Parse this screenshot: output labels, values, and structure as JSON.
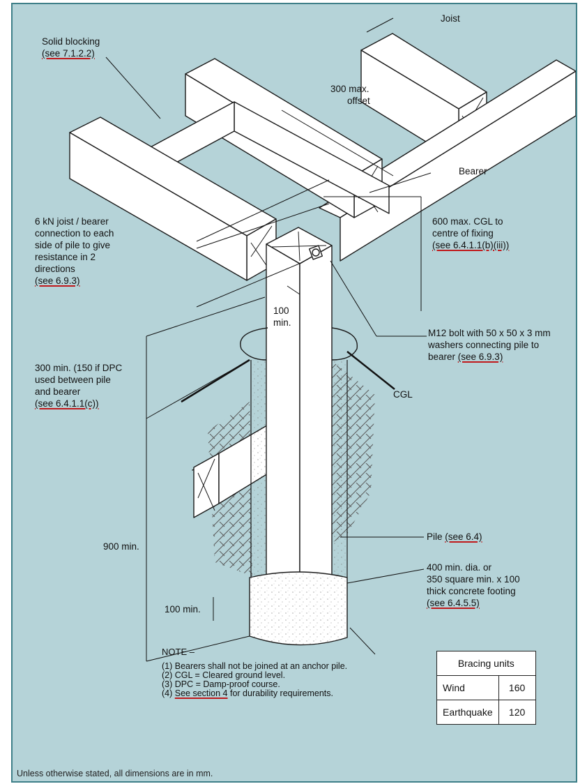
{
  "labels": {
    "solid_blocking": "Solid blocking",
    "solid_blocking_ref": "(see 7.1.2.2)",
    "joist": "Joist",
    "offset_1": "300 max.",
    "offset_2": "offset",
    "bearer": "Bearer",
    "conn_1": "6 kN joist / bearer",
    "conn_2": "connection to each",
    "conn_3": "side of pile to give",
    "conn_4": "resistance in 2",
    "conn_5": "directions",
    "conn_ref": "(see 6.9.3)",
    "cgl_fix_1": "600 max. CGL to",
    "cgl_fix_2": "centre of fixing",
    "cgl_fix_ref": "(see 6.4.1.1(b)(iii))",
    "hundred_min_a": "100",
    "hundred_min_b": "min.",
    "bolt_1": "M12 bolt with 50 x 50 x 3 mm",
    "bolt_2": "washers connecting pile to",
    "bolt_3a": "bearer ",
    "bolt_ref": "(see 6.9.3)",
    "dpc_1": "300 min. (150 if DPC",
    "dpc_2": "used between pile",
    "dpc_3": "and bearer",
    "dpc_ref": "(see 6.4.1.1(c))",
    "cgl": "CGL",
    "nine_hundred": "900 min.",
    "pile": "Pile ",
    "pile_ref": "(see 6.4)",
    "foot_1": "400 min. dia. or",
    "foot_2": "350 square min. x 100",
    "foot_3": "thick concrete footing",
    "foot_ref": "(see 6.4.5.5)",
    "hundred_min_bottom": "100 min."
  },
  "note": {
    "title": "NOTE –",
    "items": [
      {
        "num": "(1)",
        "text": " Bearers shall not be joined at an anchor pile."
      },
      {
        "num": "(2)",
        "text": " CGL = Cleared ground level."
      },
      {
        "num": "(3)",
        "text": " DPC = Damp-proof course."
      }
    ],
    "item4_num": "(4)",
    "item4_ref": "See section 4",
    "item4_text": " for durability requirements."
  },
  "bracing": {
    "title": "Bracing units",
    "rows": [
      {
        "label": "Wind",
        "value": "160"
      },
      {
        "label": "Earthquake",
        "value": "120"
      }
    ]
  },
  "footer": "Unless otherwise stated, all dimensions are in mm."
}
